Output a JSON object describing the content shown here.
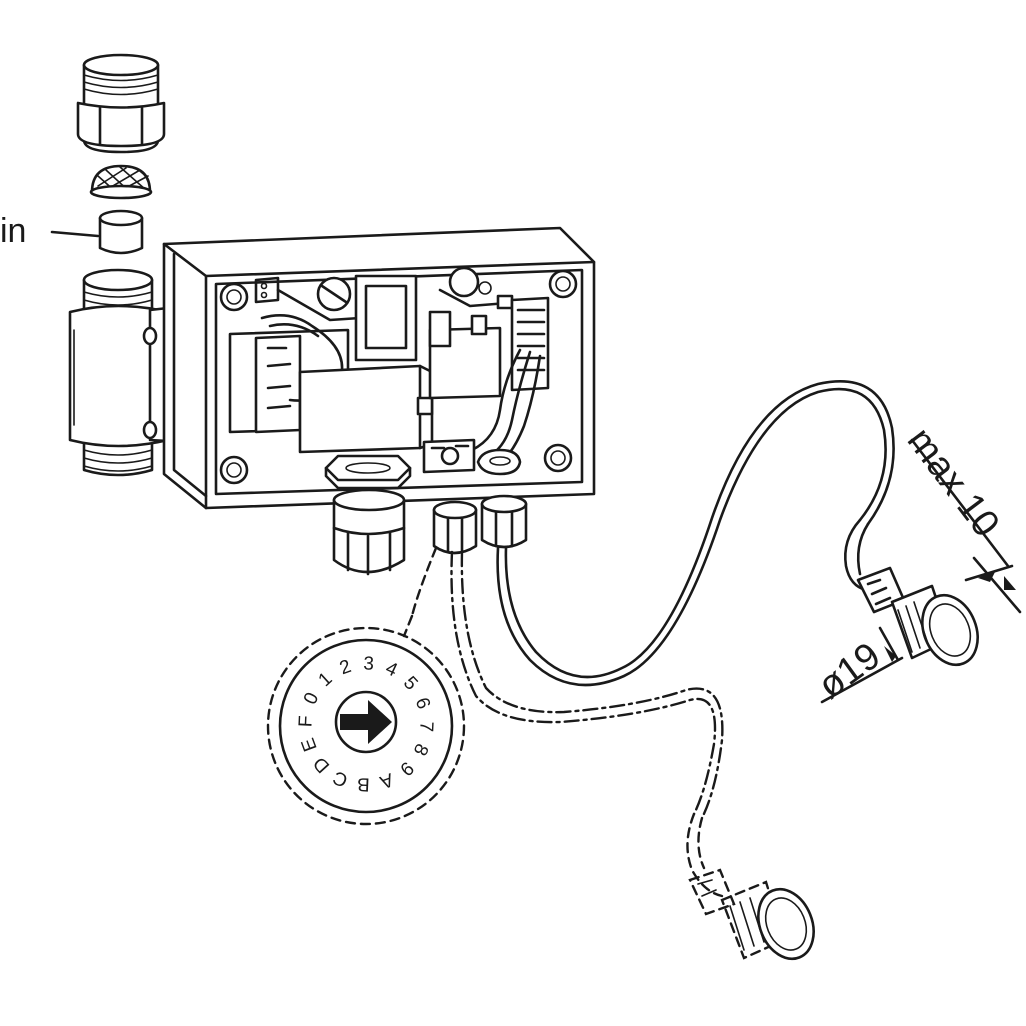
{
  "labels": {
    "in": "in",
    "max": "max 10",
    "diameter": "ø19"
  },
  "dial": {
    "positions": [
      "0",
      "1",
      "2",
      "3",
      "4",
      "5",
      "6",
      "7",
      "8",
      "9",
      "A",
      "B",
      "C",
      "D",
      "E",
      "F"
    ]
  }
}
